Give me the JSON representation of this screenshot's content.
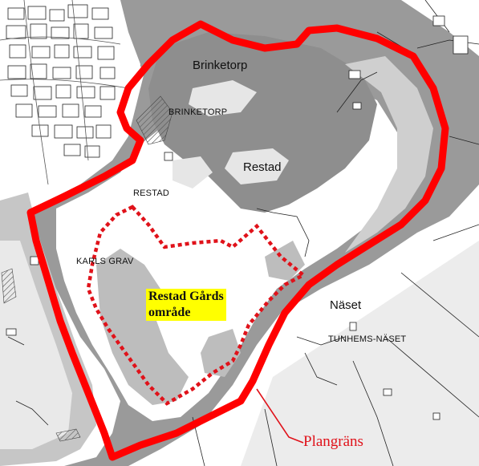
{
  "map": {
    "colors": {
      "water": "#9a9a9a",
      "land": "#ffffff",
      "light_land": "#e6e6e6",
      "forest": "#c8c8c8",
      "boundary": "#ff0000",
      "area_outline": "#e0121a",
      "highlight": "#ffff00"
    },
    "places": {
      "brinketorp": "Brinketorp",
      "brinketorp_caps": "BRINKETORP",
      "restad": "Restad",
      "restad_caps": "RESTAD",
      "karls_grav": "KARLS GRAV",
      "naset": "Näset",
      "tunhems_naset": "TUNHEMS-NÄSET"
    },
    "area_label": {
      "line1": "Restad Gårds",
      "line2": "område"
    },
    "legend": {
      "boundary_label": "Plangräns"
    }
  }
}
